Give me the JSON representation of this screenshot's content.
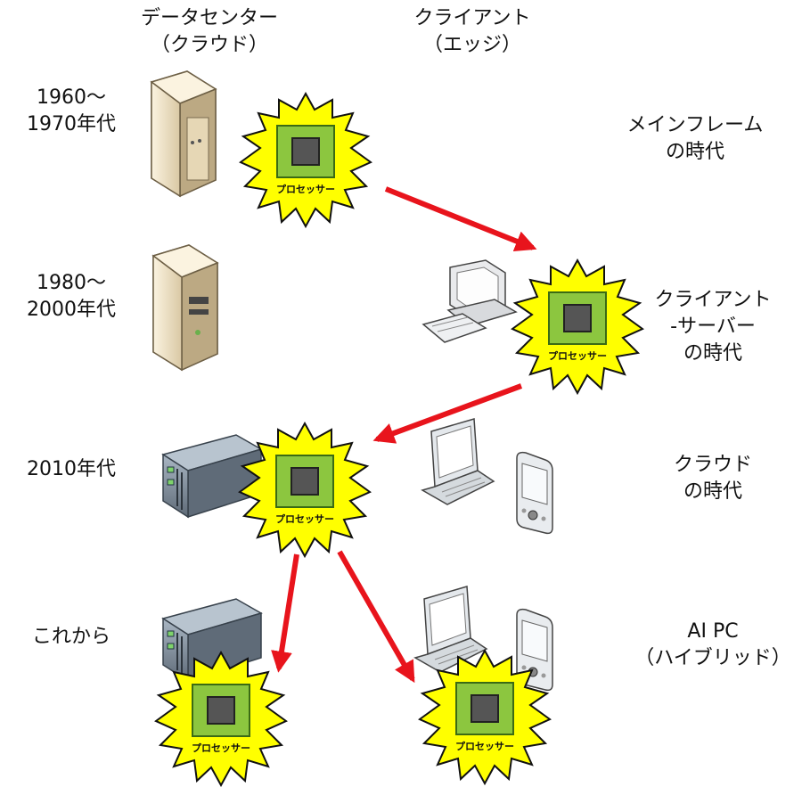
{
  "headers": {
    "datacenter": [
      "データセンター",
      "（クラウド）"
    ],
    "client": [
      "クライアント",
      "（エッジ）"
    ]
  },
  "eras": [
    {
      "period": [
        "1960～",
        "1970年代"
      ],
      "name": [
        "メインフレーム",
        "の時代"
      ]
    },
    {
      "period": [
        "1980～",
        "2000年代"
      ],
      "name": [
        "クライアント",
        "-サーバー",
        "の時代"
      ]
    },
    {
      "period": [
        "2010年代"
      ],
      "name": [
        "クラウド",
        "の時代"
      ]
    },
    {
      "period": [
        "これから"
      ],
      "name": [
        "AI PC",
        "（ハイブリッド）"
      ]
    }
  ],
  "processor_label": "プロセッサー",
  "colors": {
    "burst_fill": "#ffff00",
    "burst_stroke": "#111111",
    "chip_board": "#8cc63f",
    "chip_core": "#555555",
    "arrow": "#e8141c",
    "tower_body": "#efe2c6",
    "rack_body": "#7d8a98"
  },
  "icons": {
    "mainframe": "mainframe-tower-icon",
    "server": "tower-server-icon",
    "desktop": "desktop-computer-icon",
    "rack": "rack-server-icon",
    "laptop": "laptop-icon",
    "pda": "pda-icon",
    "processor": "processor-chip-icon"
  }
}
